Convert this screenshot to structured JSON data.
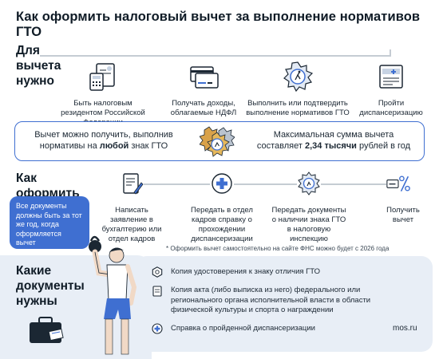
{
  "title": "Как оформить налоговый вычет за выполнение нормативов ГТО",
  "requirements": {
    "heading": "Для вычета нужно",
    "items": [
      {
        "label": "Быть налоговым резидентом Российской Федерации",
        "icon": "calculator-document-icon"
      },
      {
        "label": "Получать доходы, облагаемые НДФЛ",
        "icon": "payment-card-icon"
      },
      {
        "label": "Выполнить или подтвердить выполнение нормативов ГТО",
        "icon": "gto-medal-icon"
      },
      {
        "label": "Пройти диспансеризацию",
        "icon": "medical-document-icon"
      }
    ]
  },
  "benefit": {
    "left_pre": "Вычет можно получить, выполнив нормативы на ",
    "left_bold": "любой",
    "left_post": " знак ГТО",
    "right_pre": "Максимальная сумма вычета составляет ",
    "right_bold": "2,34 тысячи",
    "right_post": " рублей в год",
    "icon": "gto-badges-icon"
  },
  "process": {
    "heading": "Как оформить вычет *",
    "note": "Все документы должны быть за тот же год, когда оформляется вычет",
    "steps": [
      {
        "label": "Написать заявление в бухгалтерию или отдел кадров",
        "icon": "application-pen-icon"
      },
      {
        "label": "Передать в отдел кадров справку о прохождении диспансеризации",
        "icon": "medical-cross-icon"
      },
      {
        "label": "Передать документы о наличии знака ГТО в налоговую инспекцию",
        "icon": "gto-medal-icon"
      },
      {
        "label": "Получить вычет",
        "icon": "percent-card-icon"
      }
    ],
    "footnote": "* Оформить вычет самостоятельно на сайте ФНС можно будет с 2026 года"
  },
  "documents": {
    "heading": "Какие документы нужны",
    "items": [
      {
        "label": "Копия удостоверения к знаку отличия ГТО",
        "icon": "hexagon-badge-icon"
      },
      {
        "label": "Копия акта (либо выписка из него) федерального или регионального органа исполнительной власти в области физической культуры и спорта о награждении",
        "icon": "document-icon"
      },
      {
        "label": "Справка о пройденной диспансеризации",
        "icon": "medical-cross-icon"
      }
    ]
  },
  "brand": "mos.ru",
  "colors": {
    "accent": "#3f6fd1",
    "panel": "#e8eef6",
    "line": "#c5ccd3"
  }
}
